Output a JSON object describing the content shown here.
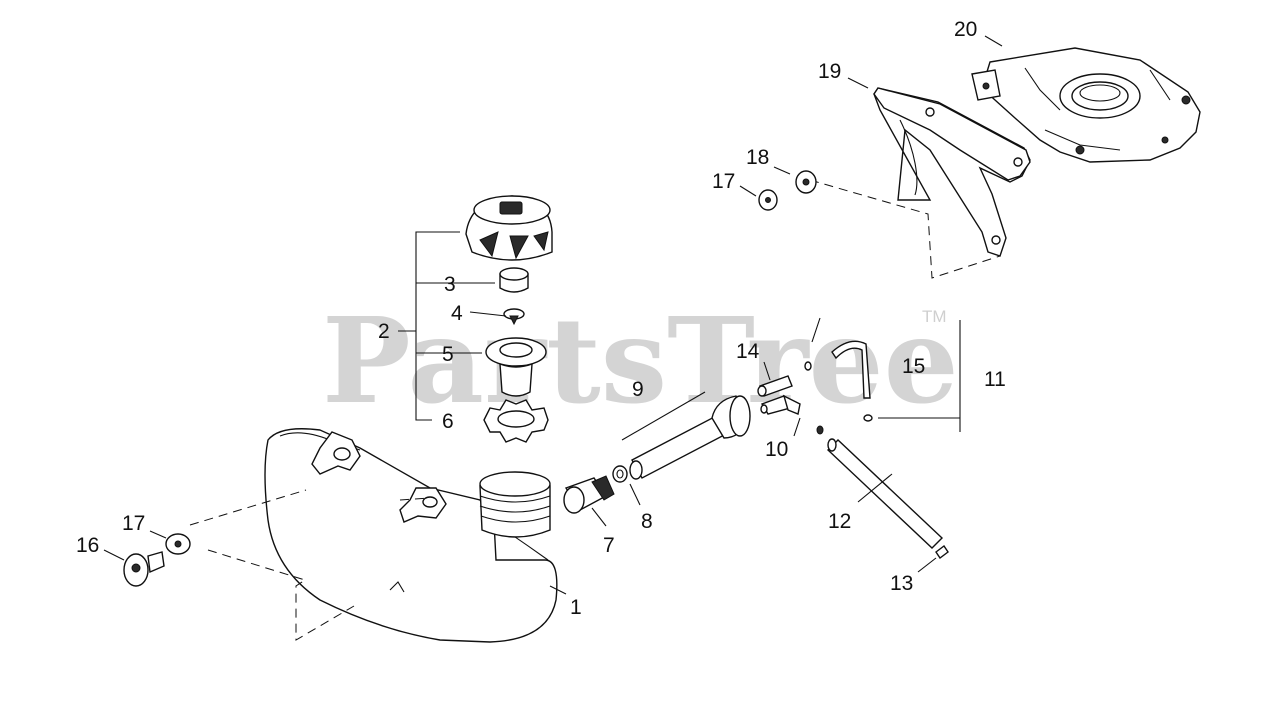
{
  "watermark": {
    "text": "PartsTree",
    "trademark": "TM"
  },
  "callouts": [
    {
      "id": "c1",
      "text": "1"
    },
    {
      "id": "c2",
      "text": "2"
    },
    {
      "id": "c3",
      "text": "3"
    },
    {
      "id": "c4",
      "text": "4"
    },
    {
      "id": "c5",
      "text": "5"
    },
    {
      "id": "c6",
      "text": "6"
    },
    {
      "id": "c7",
      "text": "7"
    },
    {
      "id": "c8",
      "text": "8"
    },
    {
      "id": "c9",
      "text": "9"
    },
    {
      "id": "c10",
      "text": "10"
    },
    {
      "id": "c11",
      "text": "11"
    },
    {
      "id": "c12",
      "text": "12"
    },
    {
      "id": "c13",
      "text": "13"
    },
    {
      "id": "c14",
      "text": "14"
    },
    {
      "id": "c15",
      "text": "15"
    },
    {
      "id": "c16",
      "text": "16"
    },
    {
      "id": "c17a",
      "text": "17"
    },
    {
      "id": "c17b",
      "text": "17"
    },
    {
      "id": "c18",
      "text": "18"
    },
    {
      "id": "c19",
      "text": "19"
    },
    {
      "id": "c20",
      "text": "20"
    }
  ]
}
